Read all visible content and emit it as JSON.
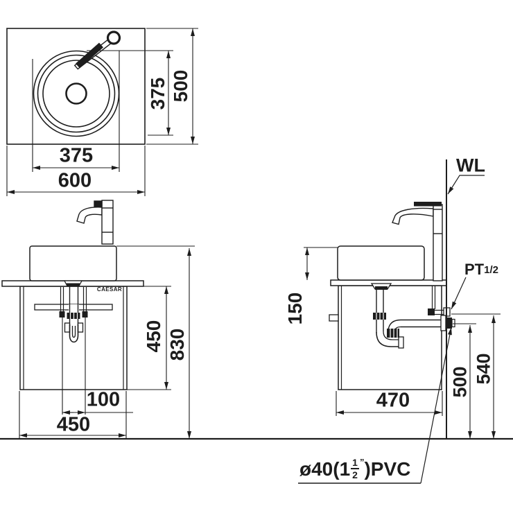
{
  "drawing": {
    "background": "#ffffff",
    "line_color": "#1d1d1d",
    "top_view": {
      "dim_basin_width": "375",
      "dim_counter_depth": "500",
      "dim_basin_depth": "375",
      "dim_counter_width": "600"
    },
    "front_view": {
      "brand": "CAESAR",
      "dim_cabinet_height": "450",
      "dim_total_height": "830",
      "dim_drain_offset": "100",
      "dim_cabinet_width": "450"
    },
    "side_view": {
      "wall_line_label": "WL",
      "pt_label": "PT",
      "pt_size": "1/2",
      "dim_basin_height": "150",
      "dim_cabinet_depth": "470",
      "dim_drain_height": "500",
      "dim_supply_height": "540",
      "pvc_prefix": "ø40(1",
      "pvc_frac_num": "1",
      "pvc_frac_den": "2",
      "pvc_quote": "”",
      "pvc_suffix": ")PVC"
    }
  }
}
